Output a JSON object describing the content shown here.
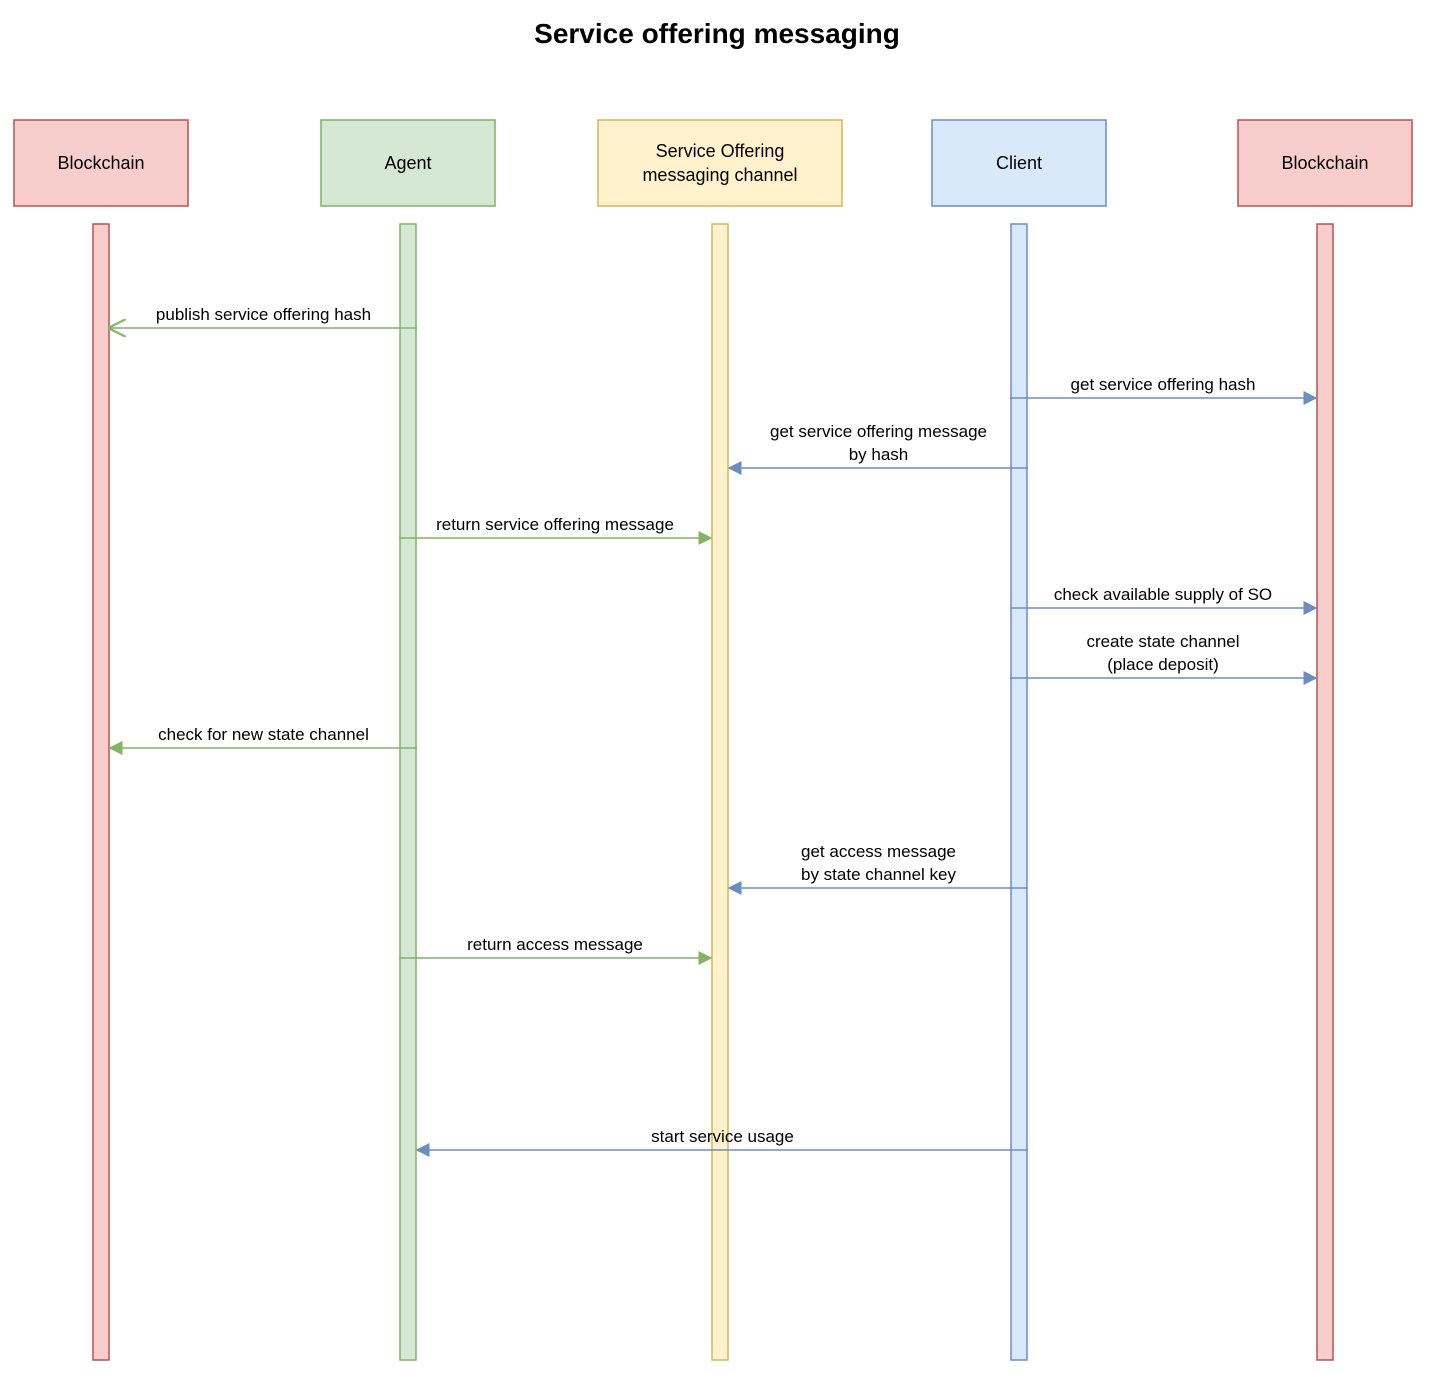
{
  "title": "Service offering messaging",
  "participants": [
    {
      "id": "blockchain_left",
      "label": [
        "Blockchain"
      ],
      "fill": "#f8cecc",
      "stroke": "#b85450"
    },
    {
      "id": "agent",
      "label": [
        "Agent"
      ],
      "fill": "#d5e8d4",
      "stroke": "#82b366"
    },
    {
      "id": "so_channel",
      "label": [
        "Service Offering",
        "messaging channel"
      ],
      "fill": "#fff2cc",
      "stroke": "#d6b656"
    },
    {
      "id": "client",
      "label": [
        "Client"
      ],
      "fill": "#dae8fc",
      "stroke": "#6c8ebf"
    },
    {
      "id": "blockchain_right",
      "label": [
        "Blockchain"
      ],
      "fill": "#f8cecc",
      "stroke": "#b85450"
    }
  ],
  "messages": [
    {
      "from": "agent",
      "to": "blockchain_left",
      "label": [
        "publish service offering hash"
      ],
      "color": "#82b366",
      "head": "open"
    },
    {
      "from": "client",
      "to": "blockchain_right",
      "label": [
        "get service offering hash"
      ],
      "color": "#6c8ebf",
      "head": "filled"
    },
    {
      "from": "client",
      "to": "so_channel",
      "label": [
        "get service offering message",
        "by hash"
      ],
      "color": "#6c8ebf",
      "head": "filled"
    },
    {
      "from": "agent",
      "to": "so_channel",
      "label": [
        "return service offering message"
      ],
      "color": "#82b366",
      "head": "filled"
    },
    {
      "from": "client",
      "to": "blockchain_right",
      "label": [
        "check available supply of SO"
      ],
      "color": "#6c8ebf",
      "head": "filled"
    },
    {
      "from": "client",
      "to": "blockchain_right",
      "label": [
        "create state channel",
        "(place deposit)"
      ],
      "color": "#6c8ebf",
      "head": "filled"
    },
    {
      "from": "agent",
      "to": "blockchain_left",
      "label": [
        "check for new state channel"
      ],
      "color": "#82b366",
      "head": "filled"
    },
    {
      "from": "client",
      "to": "so_channel",
      "label": [
        "get access message",
        "by state channel key"
      ],
      "color": "#6c8ebf",
      "head": "filled"
    },
    {
      "from": "agent",
      "to": "so_channel",
      "label": [
        "return access message"
      ],
      "color": "#82b366",
      "head": "filled"
    },
    {
      "from": "client",
      "to": "agent",
      "label": [
        "start service usage"
      ],
      "color": "#6c8ebf",
      "head": "filled"
    }
  ]
}
